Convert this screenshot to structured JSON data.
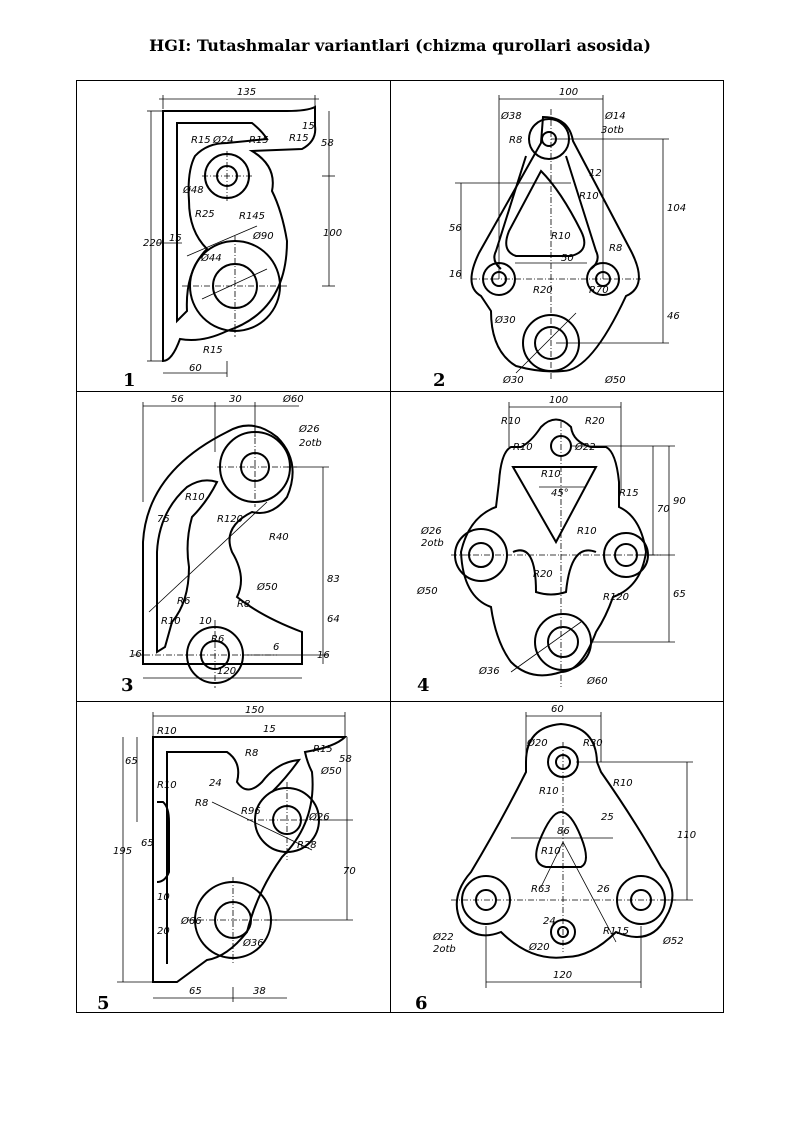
{
  "title": "HGI: Tutashmalar variantlari (chizma qurollari asosida)",
  "variants": [
    {
      "number": "1",
      "dims": {
        "d0": "135",
        "d1": "15",
        "d2": "R15",
        "d3": "58",
        "d4": "R15",
        "d5": "Ø24",
        "d6": "R15",
        "d7": "Ø48",
        "d8": "R25",
        "d9": "R145",
        "d10": "220",
        "d11": "15",
        "d12": "Ø90",
        "d13": "100",
        "d14": "Ø44",
        "d15": "R15",
        "d16": "60"
      }
    },
    {
      "number": "2",
      "dims": {
        "d0": "100",
        "d1": "Ø38",
        "d2": "Ø14",
        "d3": "3otb",
        "d4": "R8",
        "d5": "12",
        "d6": "R10",
        "d7": "104",
        "d8": "56",
        "d9": "R10",
        "d10": "R8",
        "d11": "16",
        "d12": "50",
        "d13": "R20",
        "d14": "R70",
        "d15": "Ø30",
        "d16": "46",
        "d17": "Ø30",
        "d18": "Ø50"
      }
    },
    {
      "number": "3",
      "dims": {
        "d0": "56",
        "d1": "30",
        "d2": "Ø60",
        "d3": "Ø26",
        "d4": "2otb",
        "d5": "R10",
        "d6": "75",
        "d7": "R120",
        "d8": "R40",
        "d9": "83",
        "d10": "Ø50",
        "d11": "R6",
        "d12": "R8",
        "d13": "R10",
        "d14": "10",
        "d15": "64",
        "d16": "R6",
        "d17": "16",
        "d18": "6",
        "d19": "16",
        "d20": "120"
      }
    },
    {
      "number": "4",
      "dims": {
        "d0": "100",
        "d1": "R10",
        "d2": "R20",
        "d3": "R10",
        "d4": "Ø22",
        "d5": "R10",
        "d6": "45°",
        "d7": "R15",
        "d8": "70",
        "d9": "90",
        "d10": "Ø26",
        "d11": "2otb",
        "d12": "R10",
        "d13": "R20",
        "d14": "Ø50",
        "d15": "R120",
        "d16": "65",
        "d17": "Ø36",
        "d18": "Ø60"
      }
    },
    {
      "number": "5",
      "dims": {
        "d0": "150",
        "d1": "15",
        "d2": "R10",
        "d3": "R8",
        "d4": "R15",
        "d5": "58",
        "d6": "65",
        "d7": "R10",
        "d8": "24",
        "d9": "Ø50",
        "d10": "R8",
        "d11": "R96",
        "d12": "Ø26",
        "d13": "195",
        "d14": "65",
        "d15": "R28",
        "d16": "70",
        "d17": "10",
        "d18": "Ø66",
        "d19": "20",
        "d20": "Ø36",
        "d21": "65",
        "d22": "38"
      }
    },
    {
      "number": "6",
      "dims": {
        "d0": "60",
        "d1": "Ø20",
        "d2": "R30",
        "d3": "R10",
        "d4": "R10",
        "d5": "25",
        "d6": "110",
        "d7": "86",
        "d8": "R10",
        "d9": "R63",
        "d10": "26",
        "d11": "24",
        "d12": "Ø20",
        "d13": "R115",
        "d14": "Ø22",
        "d15": "2otb",
        "d16": "Ø52",
        "d17": "120"
      }
    }
  ]
}
